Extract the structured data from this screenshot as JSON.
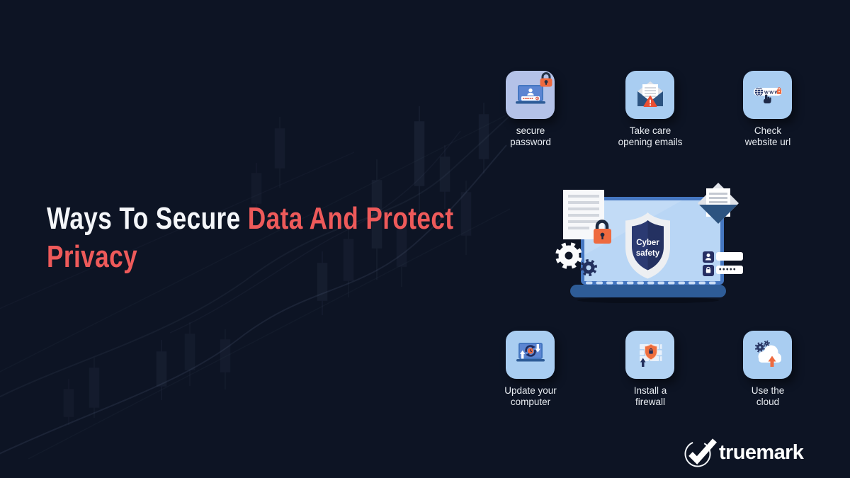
{
  "heading": {
    "line1_white": "Ways To Secure",
    "line1_red": "Data And Protect",
    "line2_red": "Privacy"
  },
  "tiles": [
    {
      "id": "secure-password",
      "line1": "secure",
      "line2": "password"
    },
    {
      "id": "take-care-emails",
      "line1": "Take care",
      "line2": "opening emails"
    },
    {
      "id": "check-website-url",
      "line1": "Check",
      "line2": "website url",
      "www_text": "WWW"
    },
    {
      "id": "update-computer",
      "line1": "Update your",
      "line2": "computer"
    },
    {
      "id": "install-firewall",
      "line1": "Install a",
      "line2": "firewall"
    },
    {
      "id": "use-cloud",
      "line1": "Use the",
      "line2": "cloud"
    }
  ],
  "illustration": {
    "shield_line1": "Cyber",
    "shield_line2": "safety",
    "password_dots": "•••••"
  },
  "logo": {
    "name": "truemark"
  },
  "colors": {
    "background": "#0d1424",
    "accent-red": "#ee5a5a",
    "heading-white": "#f4f6f9",
    "label": "#e9edf2",
    "tile-blue": "#a9cdf1",
    "tile-periwinkle": "#b4c2e8",
    "orange": "#ee6a3f",
    "laptop-frame": "#4577c1",
    "laptop-screen": "#b9d6f5",
    "laptop-base": "#2e5c97",
    "navy": "#232f5c",
    "envelope-blue": "#2c5380"
  }
}
